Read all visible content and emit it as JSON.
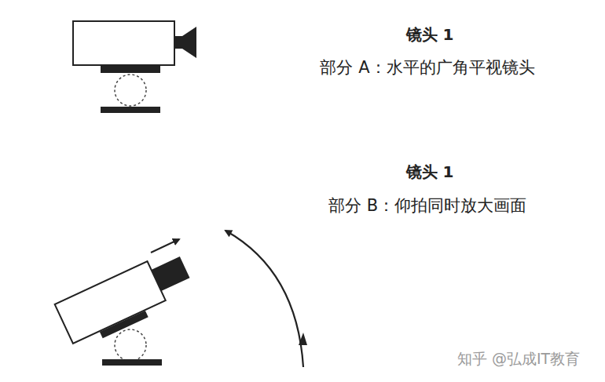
{
  "diagram": {
    "labels": [
      "镜头 1",
      "部分 A：水平的广角平视镜头",
      "镜头 1",
      "部分 B：仰拍同时放大画面",
      "知乎 @弘成IT教育"
    ]
  }
}
